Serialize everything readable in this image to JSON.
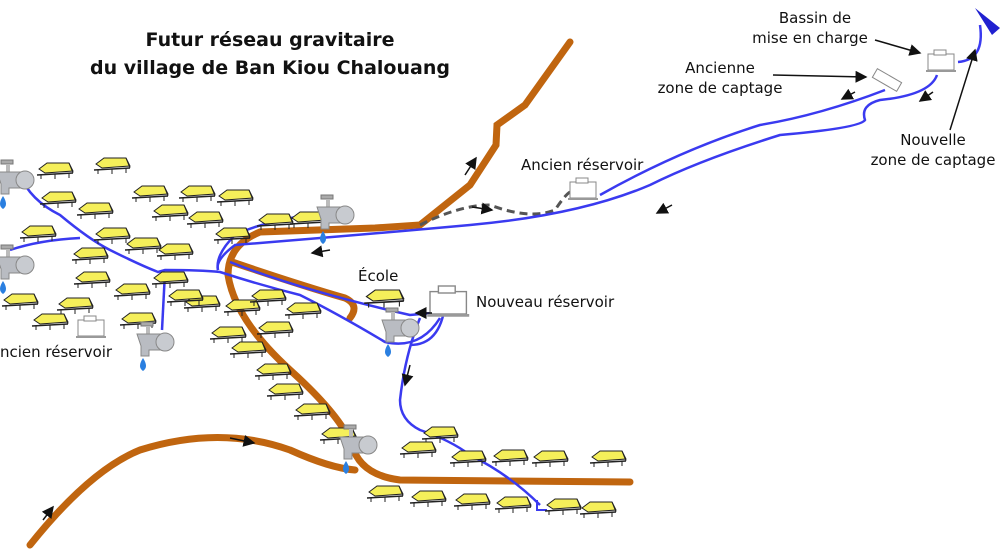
{
  "title": {
    "line1": "Futur réseau gravitaire",
    "line2": "du village de Ban Kiou Chalouang"
  },
  "labels": {
    "bassin_line1": "Bassin de",
    "bassin_line2": "mise en charge",
    "ancienne_line1": "Ancienne",
    "ancienne_line2": "zone de captage",
    "nouvelle_line1": "Nouvelle",
    "nouvelle_line2": "zone de captage",
    "ancien_reservoir_top": "Ancien réservoir",
    "ancien_reservoir_left": "ncien réservoir",
    "ecole": "École",
    "nouveau_reservoir": "Nouveau réservoir"
  },
  "colors": {
    "pipe": "#3a3af0",
    "road": "#c0650f",
    "roof": "#f5ef5a",
    "old_pipe": "#555555"
  }
}
